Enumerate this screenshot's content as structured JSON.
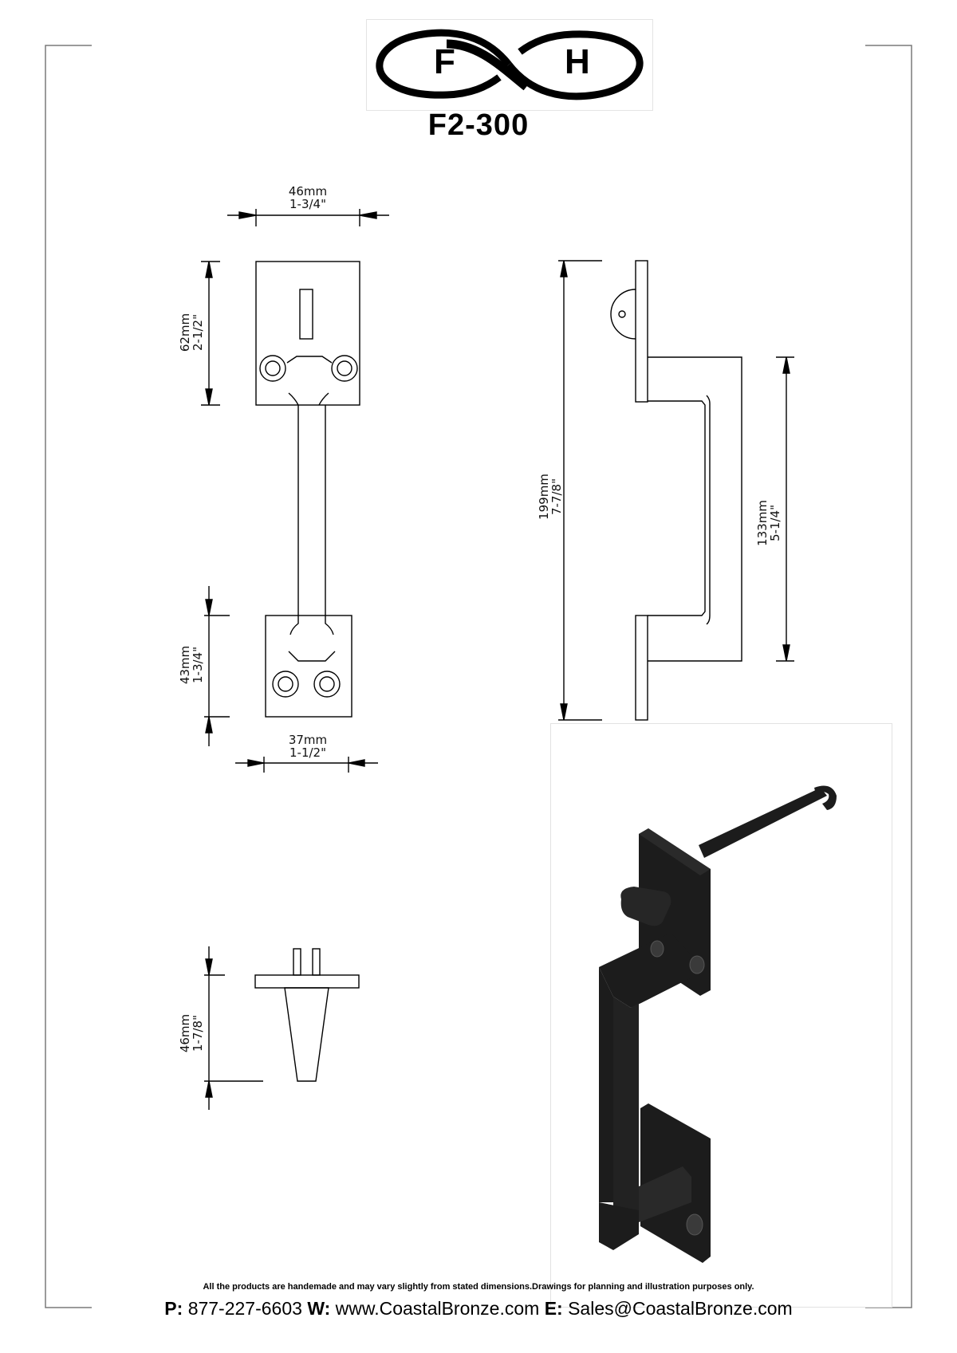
{
  "logo": {
    "left_letter": "F",
    "right_letter": "H",
    "icon": "infinity-logo-icon"
  },
  "model_number": "F2-300",
  "front_view": {
    "top_width": {
      "mm": "46mm",
      "in": "1-3/4\""
    },
    "top_plate_height": {
      "mm": "62mm",
      "in": "2-1/2\""
    },
    "bottom_plate_height": {
      "mm": "43mm",
      "in": "1-3/4\""
    },
    "bottom_width": {
      "mm": "37mm",
      "in": "1-1/2\""
    }
  },
  "side_view": {
    "overall_height": {
      "mm": "199mm",
      "in": "7-7/8\""
    },
    "grip_length": {
      "mm": "133mm",
      "in": "5-1/4\""
    }
  },
  "top_view": {
    "projection": {
      "mm": "46mm",
      "in": "1-7/8\""
    }
  },
  "render": {
    "label": "isometric-product-render"
  },
  "footer": {
    "disclaimer": "All the products are handemade and may vary slightly from stated dimensions.Drawings for planning and illustration purposes only.",
    "phone_label": "P:",
    "phone": "877-227-6603",
    "web_label": "W:",
    "web": "www.CoastalBronze.com",
    "email_label": "E:",
    "email": "Sales@CoastalBronze.com"
  },
  "colors": {
    "ink": "#000000",
    "frame": "#7a7a7a",
    "render_dark": "#1c1c1c",
    "panel_border": "#e2e2e2"
  }
}
